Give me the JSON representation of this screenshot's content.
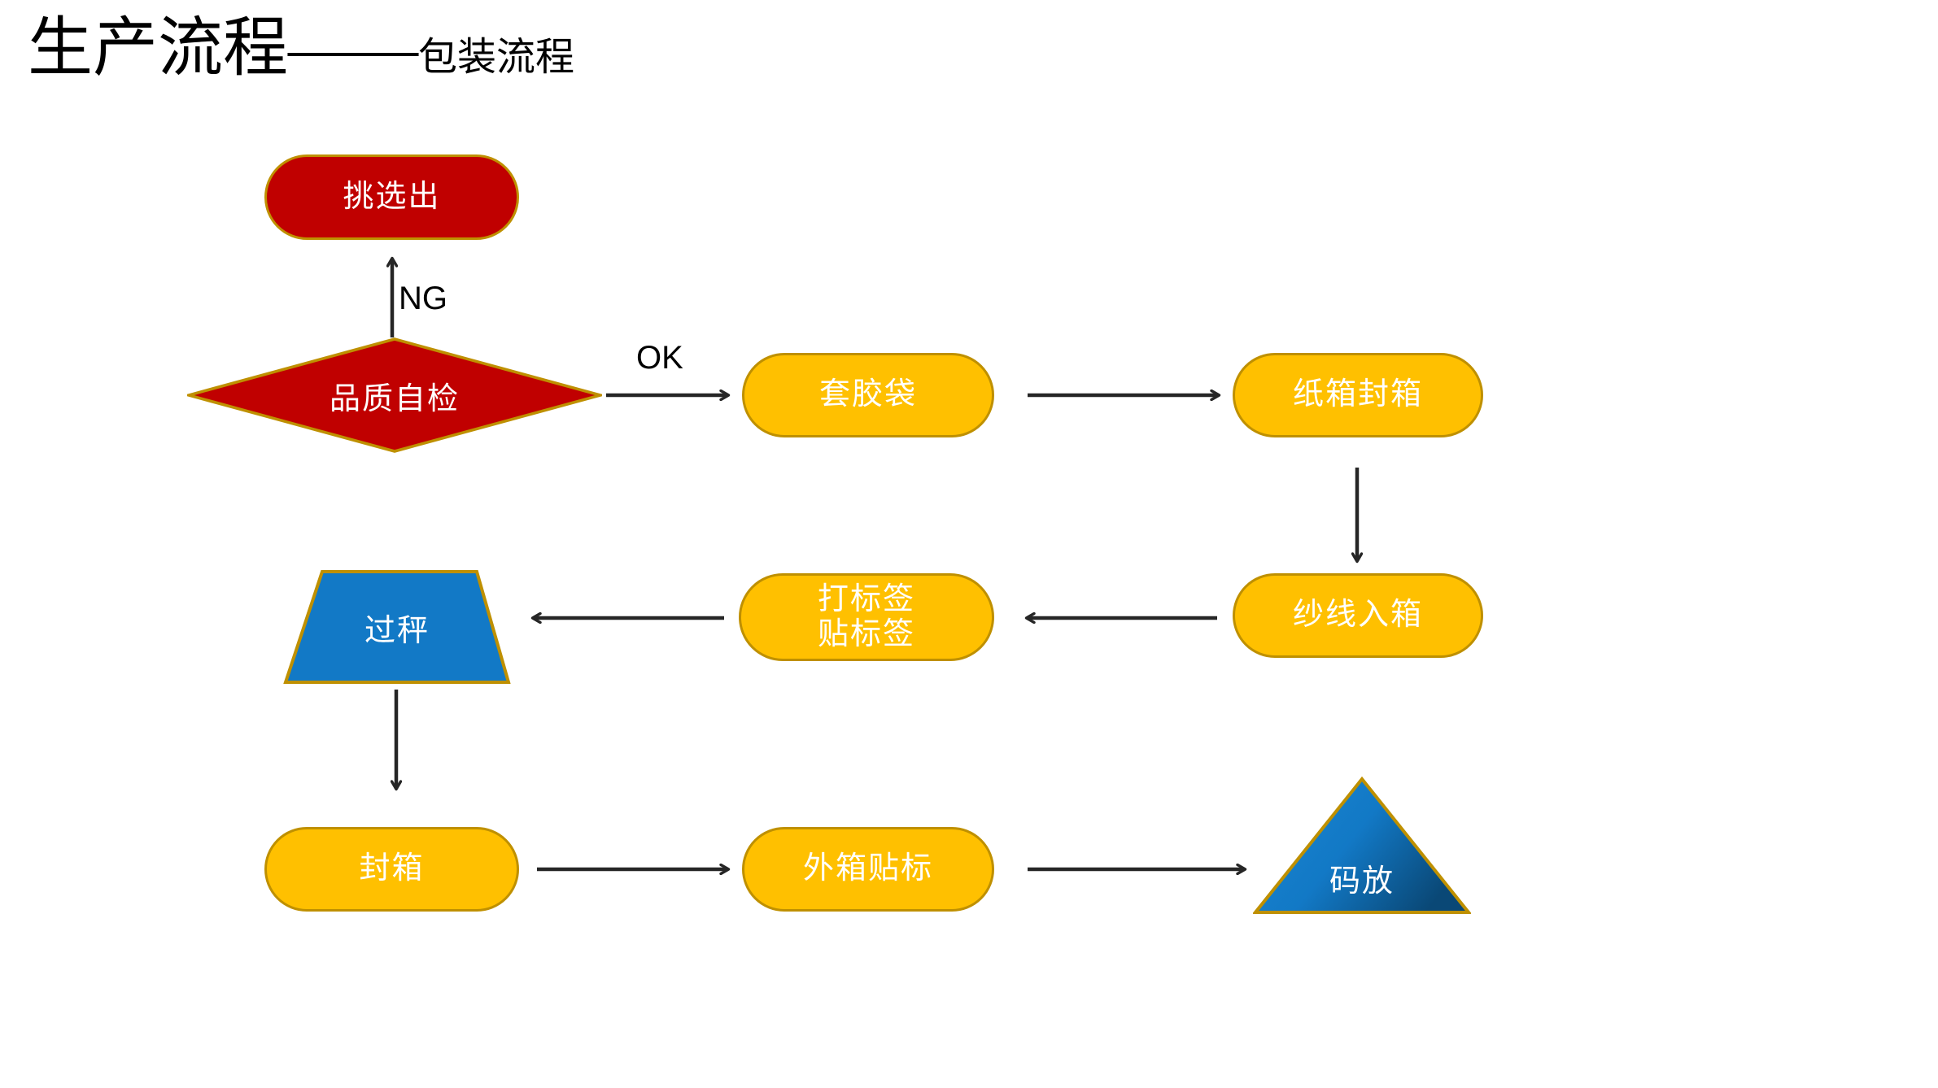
{
  "title": {
    "main": "生产流程",
    "dash": "——",
    "sub": "包装流程"
  },
  "colors": {
    "red_fill": "#C00000",
    "amber_fill": "#FFC000",
    "blue_fill": "#1279C6",
    "blue_fill_dark": "#0E5C96",
    "gold_border": "#BF9000",
    "arrow": "#262626",
    "text_on_shape": "#FFFFFF",
    "title_text": "#000000"
  },
  "nodes": {
    "reject": {
      "label": "挑选出",
      "shape": "rounded-rect",
      "fill": "red"
    },
    "quality_check": {
      "label": "品质自检",
      "shape": "diamond",
      "fill": "red"
    },
    "bagging": {
      "label": "套胶袋",
      "shape": "rounded-rect",
      "fill": "amber"
    },
    "carton_seal": {
      "label": "纸箱封箱",
      "shape": "rounded-rect",
      "fill": "amber"
    },
    "yarn_in_box": {
      "label": "纱线入箱",
      "shape": "rounded-rect",
      "fill": "amber"
    },
    "labeling": {
      "label_line1": "打标签",
      "label_line2": "贴标签",
      "shape": "rounded-rect",
      "fill": "amber"
    },
    "weighing": {
      "label": "过秤",
      "shape": "trapezoid",
      "fill": "blue"
    },
    "sealing": {
      "label": "封箱",
      "shape": "rounded-rect",
      "fill": "amber"
    },
    "outer_label": {
      "label": "外箱贴标",
      "shape": "rounded-rect",
      "fill": "amber"
    },
    "stacking": {
      "label": "码放",
      "shape": "triangle",
      "fill": "blue"
    }
  },
  "edge_labels": {
    "ng": "NG",
    "ok": "OK"
  },
  "flow": [
    {
      "from": "quality_check",
      "to": "reject",
      "label": "NG",
      "direction": "up"
    },
    {
      "from": "quality_check",
      "to": "bagging",
      "label": "OK",
      "direction": "right"
    },
    {
      "from": "bagging",
      "to": "carton_seal",
      "label": "",
      "direction": "right"
    },
    {
      "from": "carton_seal",
      "to": "yarn_in_box",
      "label": "",
      "direction": "down"
    },
    {
      "from": "yarn_in_box",
      "to": "labeling",
      "label": "",
      "direction": "left"
    },
    {
      "from": "labeling",
      "to": "weighing",
      "label": "",
      "direction": "left"
    },
    {
      "from": "weighing",
      "to": "sealing",
      "label": "",
      "direction": "down"
    },
    {
      "from": "sealing",
      "to": "outer_label",
      "label": "",
      "direction": "right"
    },
    {
      "from": "outer_label",
      "to": "stacking",
      "label": "",
      "direction": "right"
    }
  ]
}
